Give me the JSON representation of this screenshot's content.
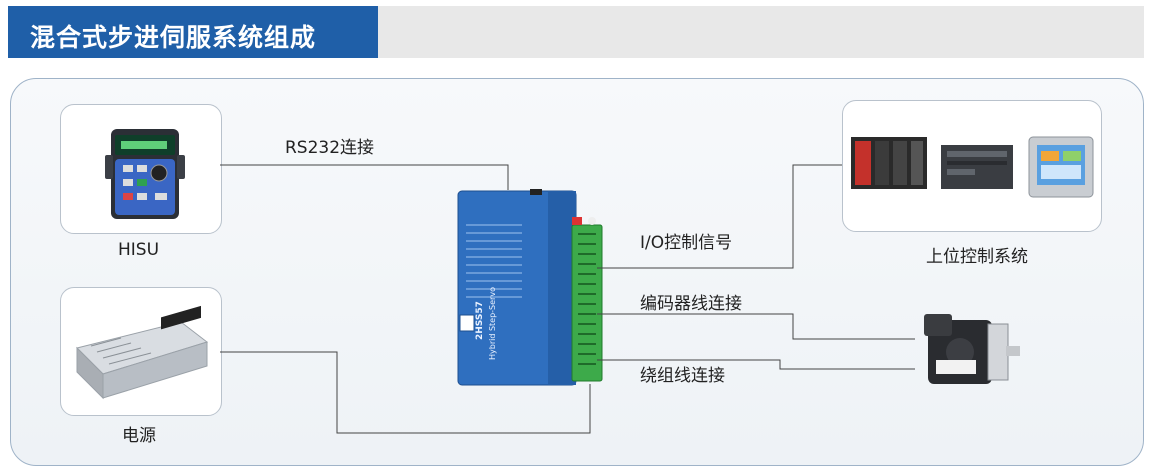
{
  "title": "混合式步进伺服系统组成",
  "labels": {
    "rs232": "RS232连接",
    "io": "I/O控制信号",
    "encoder": "编码器线连接",
    "winding": "绕组线连接"
  },
  "captions": {
    "hisu": "HISU",
    "power": "电源",
    "controller": "上位控制系统"
  },
  "driver": {
    "model": "2HSS57",
    "subtitle": "Hybrid Step-Servo"
  },
  "colors": {
    "title_bg": "#1f5fa8",
    "driver_body": "#2f6fbf",
    "terminal": "#3daa4a",
    "line": "#444444"
  }
}
